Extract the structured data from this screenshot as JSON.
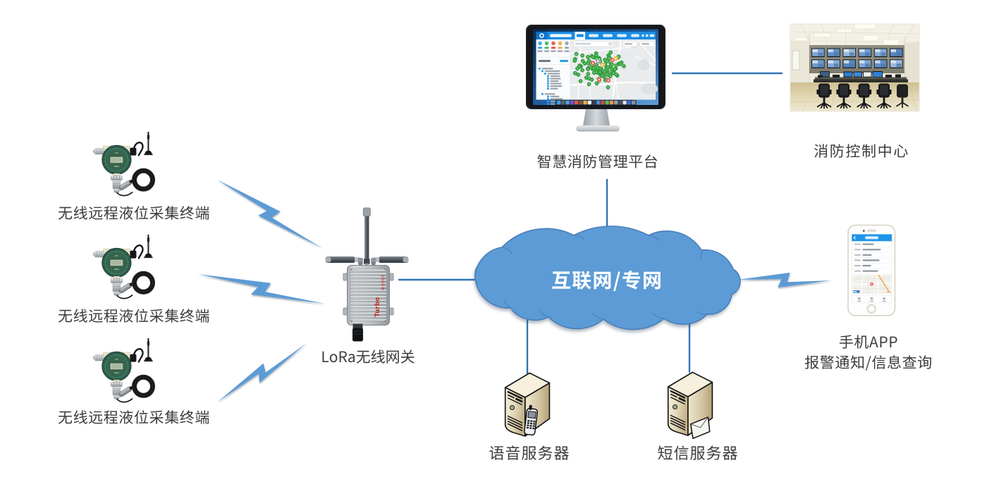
{
  "colors": {
    "accent_blue": "#5B9BD5",
    "connector_blue": "#2E75B6",
    "cloud_outline": "#4A7EBB",
    "label_text": "#3C3C3C"
  },
  "cloud": {
    "label": "互联网/专网"
  },
  "sensors": [
    {
      "label": "无线远程液位采集终端"
    },
    {
      "label": "无线远程液位采集终端"
    },
    {
      "label": "无线远程液位采集终端"
    }
  ],
  "gateway": {
    "label": "LoRa无线网关",
    "brand_latin": "Turbo",
    "brand_cn": "拓宝科技"
  },
  "platform": {
    "label": "智慧消防管理平台",
    "screen": {
      "stat_colors": [
        "#2da0e8",
        "#3cb45a",
        "#e54b40",
        "#f5a62a",
        "#93a0ab"
      ],
      "tree_rows": [
        [
          0,
          16
        ],
        [
          1,
          22
        ],
        [
          2,
          18
        ],
        [
          3,
          14
        ],
        [
          3,
          15
        ],
        [
          3,
          12
        ],
        [
          3,
          16
        ],
        [
          3,
          17
        ],
        [
          3,
          11
        ],
        [
          1,
          15
        ],
        [
          3,
          13
        ],
        [
          3,
          18
        ],
        [
          3,
          15
        ],
        [
          3,
          19
        ]
      ],
      "dock_colors": [
        "#3aa0f0",
        "#5a6570",
        "#4aa3e8",
        "#7a4fd0",
        "#e8574a",
        "#8a5a2e",
        "#e8b43a",
        "#f5f6f7",
        "#3a3f45",
        "#4a90d9",
        "#d44a3a",
        "#58c15e",
        "#f09a3a",
        "#9a9fa5",
        "#4a5560",
        "#e0e2e4",
        "#3a6fd8",
        "#888f96"
      ],
      "pin_colors": {
        "g": "#3aa845",
        "r": "#e8413c",
        "o": "#f6a623",
        "x": "#8f9aa3"
      },
      "map_pins": [
        [
          826.0,
          100.7,
          "g"
        ],
        [
          865.9,
          89.6,
          "g"
        ],
        [
          824.1,
          95.2,
          "g"
        ],
        [
          856.6,
          109.7,
          "g"
        ],
        [
          826.1,
          79.8,
          "g"
        ],
        [
          860.7,
          101.9,
          "g"
        ],
        [
          875.6,
          108.3,
          "g"
        ],
        [
          846.2,
          92.6,
          "g"
        ],
        [
          833.9,
          81.8,
          "g"
        ],
        [
          849.7,
          97.8,
          "g"
        ],
        [
          841.8,
          95.2,
          "g"
        ],
        [
          852.9,
          104.7,
          "g"
        ],
        [
          867.7,
          98.6,
          "g"
        ],
        [
          815.8,
          104.8,
          "g"
        ],
        [
          822.4,
          93.9,
          "g"
        ],
        [
          821.5,
          96.0,
          "g"
        ],
        [
          834.0,
          98.7,
          "g"
        ],
        [
          863.2,
          79.5,
          "g"
        ],
        [
          842.8,
          104.3,
          "g"
        ],
        [
          846.3,
          100.6,
          "g"
        ],
        [
          849.9,
          83.4,
          "g"
        ],
        [
          858.1,
          85.8,
          "g"
        ],
        [
          881.7,
          89.7,
          "g"
        ],
        [
          860.3,
          96.0,
          "g"
        ],
        [
          865.1,
          88.5,
          "g"
        ],
        [
          866.0,
          94.5,
          "g"
        ],
        [
          870.7,
          103.8,
          "g"
        ],
        [
          850.5,
          86.2,
          "g"
        ],
        [
          861.8,
          101.9,
          "g"
        ],
        [
          877.6,
          91.3,
          "g"
        ],
        [
          858.0,
          102.3,
          "g"
        ],
        [
          853.1,
          98.6,
          "g"
        ],
        [
          851.3,
          88.5,
          "g"
        ],
        [
          829.7,
          91.0,
          "g"
        ],
        [
          858.6,
          114.9,
          "g"
        ],
        [
          865.6,
          109.2,
          "g"
        ],
        [
          862.0,
          104.7,
          "g"
        ],
        [
          851.3,
          105.6,
          "g"
        ],
        [
          879.9,
          91.9,
          "g"
        ],
        [
          835.5,
          120.5,
          "g"
        ],
        [
          852.4,
          108.1,
          "g"
        ],
        [
          863.7,
          81.8,
          "g"
        ],
        [
          851.2,
          105.4,
          "g"
        ],
        [
          850.3,
          84.9,
          "g"
        ],
        [
          846.0,
          100.7,
          "g"
        ],
        [
          868.1,
          104.9,
          "g"
        ],
        [
          849.1,
          112.9,
          "g"
        ],
        [
          834.3,
          105.9,
          "g"
        ],
        [
          868.0,
          92.3,
          "g"
        ],
        [
          815.8,
          84.7,
          "g"
        ],
        [
          852.3,
          102.6,
          "g"
        ],
        [
          875.9,
          83.4,
          "g"
        ],
        [
          848.0,
          104.1,
          "g"
        ],
        [
          862.5,
          124.9,
          "g"
        ],
        [
          866.1,
          84.5,
          "g"
        ],
        [
          840.6,
          98.8,
          "g"
        ],
        [
          850.0,
          115.5,
          "g"
        ],
        [
          846.5,
          119.3,
          "g"
        ],
        [
          835.7,
          90.1,
          "g"
        ],
        [
          861.0,
          113.8,
          "g"
        ],
        [
          859.8,
          99.8,
          "g"
        ],
        [
          815.2,
          87.1,
          "g"
        ],
        [
          837.0,
          89.3,
          "g"
        ],
        [
          858.6,
          91.8,
          "g"
        ],
        [
          862.2,
          97.0,
          "g"
        ],
        [
          842.0,
          97.5,
          "g"
        ],
        [
          855.7,
          106.7,
          "g"
        ],
        [
          839.4,
          93.1,
          "g"
        ],
        [
          823.5,
          116.0,
          "g"
        ],
        [
          874.1,
          93.8,
          "g"
        ],
        [
          839.4,
          80.6,
          "g"
        ],
        [
          851.1,
          98.6,
          "g"
        ],
        [
          873.4,
          98.4,
          "g"
        ],
        [
          819.0,
          98.3,
          "g"
        ],
        [
          868.1,
          103.2,
          "g"
        ],
        [
          845.7,
          76.6,
          "g"
        ],
        [
          831.7,
          111.2,
          "g"
        ],
        [
          877.6,
          81.2,
          "g"
        ],
        [
          820.4,
          107.0,
          "g"
        ],
        [
          863.4,
          83.7,
          "g"
        ],
        [
          835.5,
          87.3,
          "g"
        ],
        [
          826.6,
          87.5,
          "g"
        ],
        [
          870.5,
          104.6,
          "g"
        ],
        [
          885.0,
          94.9,
          "g"
        ],
        [
          845.6,
          83.7,
          "g"
        ],
        [
          845.8,
          79.6,
          "g"
        ],
        [
          816.0,
          104.7,
          "g"
        ],
        [
          873.9,
          106.5,
          "g"
        ],
        [
          872.0,
          99.2,
          "g"
        ],
        [
          835.1,
          97.1,
          "g"
        ],
        [
          841.3,
          82.1,
          "g"
        ],
        [
          817.5,
          77.5,
          "g"
        ],
        [
          847.9,
          97.9,
          "g"
        ],
        [
          839.5,
          113.9,
          "g"
        ],
        [
          851.2,
          103.3,
          "g"
        ],
        [
          869.9,
          85.7,
          "g"
        ],
        [
          835.6,
          112.4,
          "g"
        ],
        [
          854.1,
          108.6,
          "g"
        ],
        [
          860.9,
          87.6,
          "g"
        ],
        [
          834.4,
          90.6,
          "g"
        ],
        [
          861.8,
          107.1,
          "g"
        ],
        [
          866.2,
          75.3,
          "g"
        ],
        [
          846.2,
          103.5,
          "g"
        ],
        [
          834.2,
          99.1,
          "g"
        ],
        [
          841,
          90.5,
          "r"
        ],
        [
          868.5,
          86.5,
          "r"
        ],
        [
          850,
          114,
          "r"
        ],
        [
          863,
          115,
          "r"
        ],
        [
          854.5,
          93,
          "o"
        ],
        [
          873.5,
          84,
          "o"
        ],
        [
          848,
          87.5,
          "x"
        ]
      ]
    }
  },
  "control_center": {
    "label": "消防控制中心"
  },
  "phone": {
    "label_line1": "手机APP",
    "label_line2": "报警通知/信息查询",
    "row_widths": [
      16,
      26,
      13,
      24,
      12,
      22
    ]
  },
  "servers": [
    {
      "label": "语音服务器"
    },
    {
      "label": "短信服务器"
    }
  ]
}
